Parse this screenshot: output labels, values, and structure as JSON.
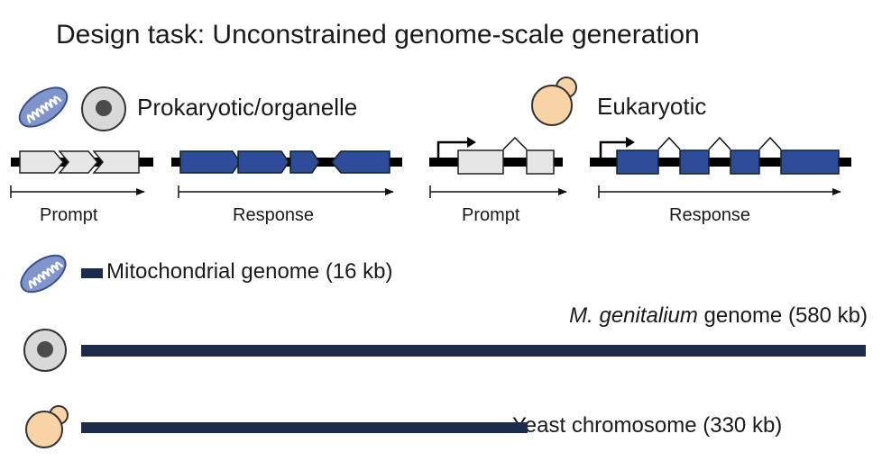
{
  "title": "Design task: Unconstrained genome-scale generation",
  "sections": {
    "prokaryotic": {
      "label": "Prokaryotic/organelle",
      "prompt_label": "Prompt",
      "response_label": "Response"
    },
    "eukaryotic": {
      "label": "Eukaryotic",
      "prompt_label": "Prompt",
      "response_label": "Response"
    }
  },
  "genomes": [
    {
      "organism_icon": "mitochondrion-icon",
      "name": "Mitochondrial genome",
      "size": "(16 kb)",
      "size_kb": 16
    },
    {
      "organism_icon": "prokaryotic-cell-icon",
      "name_italic": "M. genitalium",
      "name": "genome",
      "size": "(580 kb)",
      "size_kb": 580
    },
    {
      "organism_icon": "yeast-cell-icon",
      "name": "Yeast chromosome",
      "size": "(330 kb)",
      "size_kb": 330
    }
  ],
  "colors": {
    "gene_prompt": "#e6e6e6",
    "gene_response": "#2e4c9a",
    "genome_bar": "#1c2a4c",
    "mito_fill": "#7f95cc",
    "cell_fill": "#d9d9d9",
    "cell_nucleus": "#4b4b4b",
    "yeast_fill": "#f7d3a6"
  }
}
